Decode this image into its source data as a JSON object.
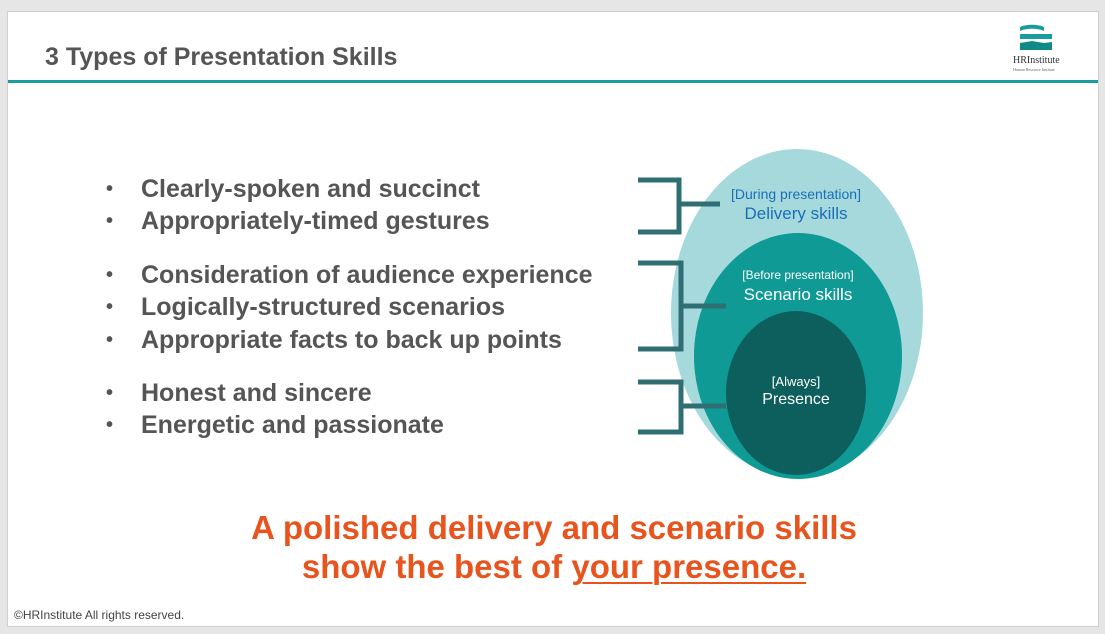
{
  "slide": {
    "title": "3 Types of Presentation Skills",
    "logo_text": "HRInstitute",
    "logo_subtext": "Human Resource Institute",
    "footer": "©HRInstitute All rights reserved."
  },
  "bullet_groups": [
    {
      "items": [
        "Clearly-spoken and succinct",
        "Appropriately-timed gestures"
      ]
    },
    {
      "items": [
        "Consideration of audience experience",
        "Logically-structured scenarios",
        "Appropriate facts to back up points"
      ]
    },
    {
      "items": [
        "Honest and sincere",
        "Energetic and passionate"
      ]
    }
  ],
  "rings": [
    {
      "tag": "[During presentation]",
      "name": "Delivery skills",
      "color": "#a6d9dc",
      "text_color": "#1a6fb8"
    },
    {
      "tag": "[Before presentation]",
      "name": "Scenario skills",
      "color": "#0f9a96",
      "text_color": "#ffffff"
    },
    {
      "tag": "[Always]",
      "name": "Presence",
      "color": "#0c5f5d",
      "text_color": "#ffffff"
    }
  ],
  "tagline": {
    "line1": "A polished delivery and scenario skills",
    "line2_prefix": "show the best of ",
    "line2_underlined": "your presence."
  },
  "colors": {
    "accent_rule": "#1a9c9e",
    "bracket": "#2f6f73",
    "tagline": "#e8541e"
  }
}
